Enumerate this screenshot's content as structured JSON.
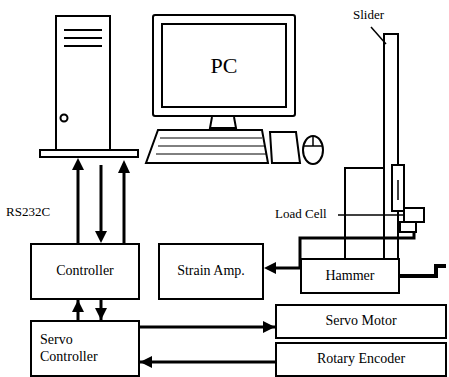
{
  "diagram": {
    "nodes": [
      {
        "text": [
          "PC"
        ]
      },
      {
        "text": [
          "Controller"
        ]
      },
      {
        "text": [
          "Strain Amp."
        ]
      },
      {
        "text": [
          "Hammer"
        ]
      },
      {
        "text": [
          "Servo Motor"
        ]
      },
      {
        "text": [
          "Rotary Encoder"
        ]
      },
      {
        "text": [
          "Servo Controller"
        ]
      }
    ],
    "edges": [
      {
        "from": 6,
        "to": 1,
        "arrow": "to"
      },
      {
        "from": 1,
        "to": 6,
        "arrow": "to"
      },
      {
        "from": 6,
        "to": 4,
        "arrow": "to"
      },
      {
        "from": 5,
        "to": 6,
        "arrow": "to"
      }
    ],
    "labels": [
      "RS232C",
      "Slider",
      "Load Cell"
    ]
  }
}
